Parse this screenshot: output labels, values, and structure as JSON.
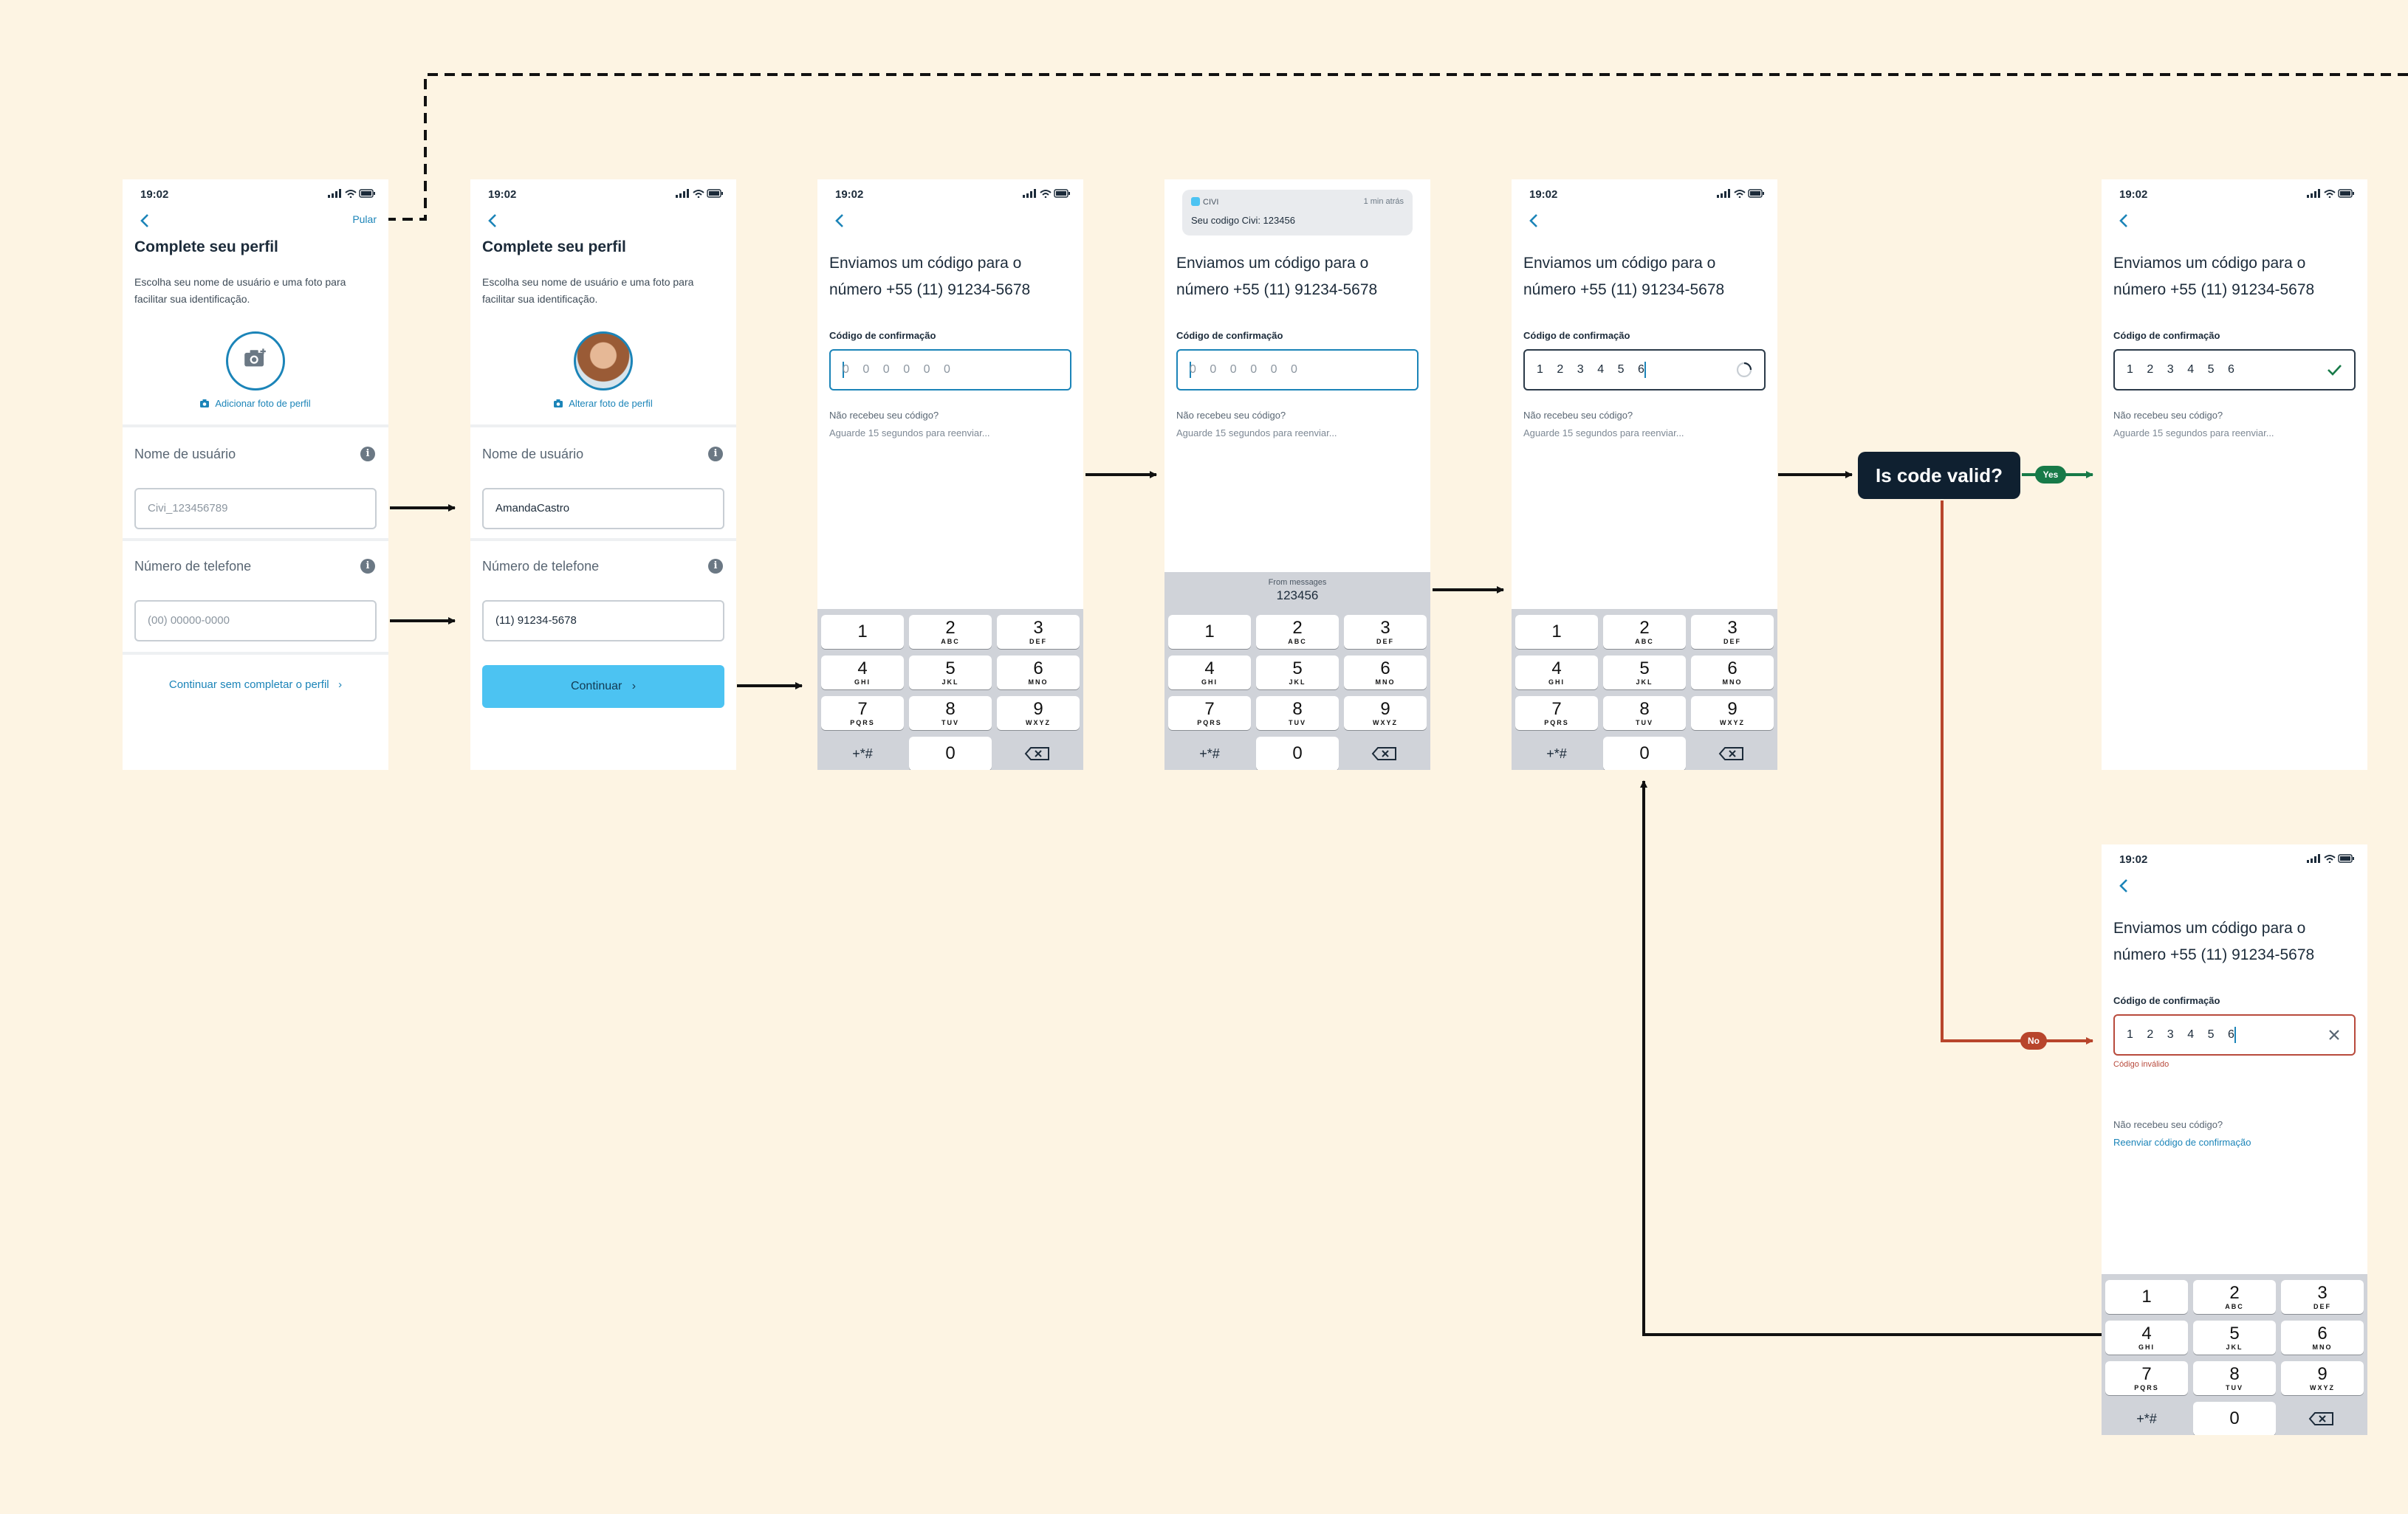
{
  "colors": {
    "background": "#fdf4e3",
    "accent": "#1b84b8",
    "primary_button": "#4cc3f2",
    "decision_fill": "#0f2030",
    "yes": "#177a48",
    "no": "#b8452c",
    "flow_line": "#111111"
  },
  "status_time": "19:02",
  "icons": {
    "back": "chevron-left-icon",
    "info": "info-icon",
    "camera": "camera-icon",
    "loading": "spinner-icon",
    "valid": "check-icon",
    "invalid": "close-icon",
    "backspace": "backspace-icon"
  },
  "profile": {
    "skip": "Pular",
    "title": "Complete seu perfil",
    "description": "Escolha seu nome de usuário e uma foto para facilitar sua identificação.",
    "add_photo": "Adicionar foto de perfil",
    "change_photo": "Alterar foto de perfil",
    "username_label": "Nome de usuário",
    "username_placeholder": "Civi_123456789",
    "username_value": "AmandaCastro",
    "phone_label": "Número de telefone",
    "phone_placeholder": "(00) 00000-0000",
    "phone_value": "(11) 91234-5678",
    "continue_without": "Continuar sem completar o perfil",
    "continue": "Continuar",
    "chevron": "›"
  },
  "verify": {
    "title": "Enviamos um código para o número +55 (11) 91234-5678",
    "code_label": "Código de confirmação",
    "code_placeholder": "000000",
    "code_value": "123456",
    "not_received": "Não recebeu seu código?",
    "wait": "Aguarde 15 segundos para reenviar...",
    "invalid": "Código inválido",
    "resend": "Reenviar código de confirmação"
  },
  "notification": {
    "app": "CIVI",
    "when": "1 min atrás",
    "message": "Seu codigo Civi: 123456"
  },
  "keyboard": {
    "from_messages": "From messages",
    "suggestion": "123456",
    "keys": [
      {
        "n": "1",
        "l": ""
      },
      {
        "n": "2",
        "l": "ABC"
      },
      {
        "n": "3",
        "l": "DEF"
      },
      {
        "n": "4",
        "l": "GHI"
      },
      {
        "n": "5",
        "l": "JKL"
      },
      {
        "n": "6",
        "l": "MNO"
      },
      {
        "n": "7",
        "l": "PQRS"
      },
      {
        "n": "8",
        "l": "TUV"
      },
      {
        "n": "9",
        "l": "WXYZ"
      }
    ],
    "symbols": "+*#",
    "zero": "0"
  },
  "flow": {
    "decision": "Is code valid?",
    "yes": "Yes",
    "no": "No"
  }
}
